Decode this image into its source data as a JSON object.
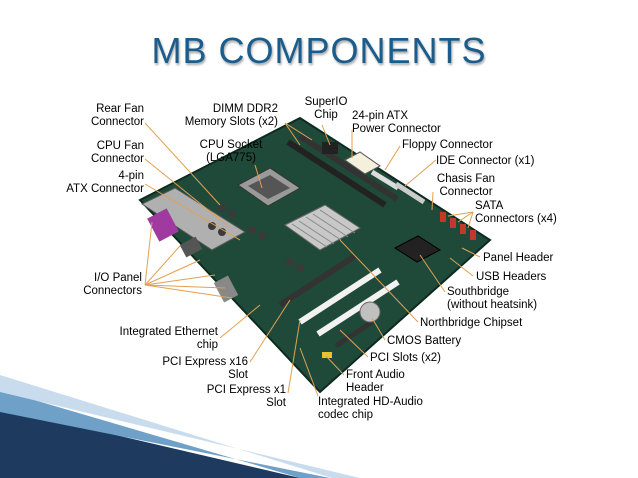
{
  "title": "MB COMPONENTS",
  "labels": {
    "rear_fan": [
      "Rear Fan",
      "Connector"
    ],
    "cpu_fan": [
      "CPU Fan",
      "Connector"
    ],
    "atx4": [
      "4-pin",
      "ATX Connector"
    ],
    "io_panel": [
      "I/O Panel",
      "Connectors"
    ],
    "ethernet": [
      "Integrated Ethernet",
      "chip"
    ],
    "pcie16": [
      "PCI Express x16",
      "Slot"
    ],
    "pcie1": [
      "PCI Express x1",
      "Slot"
    ],
    "dimm": [
      "DIMM DDR2",
      "Memory Slots (x2)"
    ],
    "cpu_socket": [
      "CPU Socket",
      "(LGA775)"
    ],
    "superio": [
      "SuperIO",
      "Chip"
    ],
    "atx24": [
      "24-pin ATX",
      "Power Connector"
    ],
    "floppy": [
      "Floppy Connector"
    ],
    "ide": [
      "IDE Connector (x1)"
    ],
    "chasis_fan": [
      "Chasis Fan",
      "Connector"
    ],
    "sata": [
      "SATA",
      "Connectors (x4)"
    ],
    "panel_header": [
      "Panel Header"
    ],
    "usb_headers": [
      "USB Headers"
    ],
    "southbridge": [
      "Southbridge",
      "(without heatsink)"
    ],
    "northbridge": [
      "Northbridge Chipset"
    ],
    "cmos": [
      "CMOS Battery"
    ],
    "pci_slots": [
      "PCI Slots (x2)"
    ],
    "front_audio": [
      "Front Audio",
      "Header"
    ],
    "hd_audio": [
      "Integrated HD-Audio",
      "codec chip"
    ]
  },
  "colors": {
    "title": "#1a5d8c",
    "pcb": "#1f4a3a",
    "leader": "#e3a050",
    "accent_stripe": "#1e3a5f"
  }
}
